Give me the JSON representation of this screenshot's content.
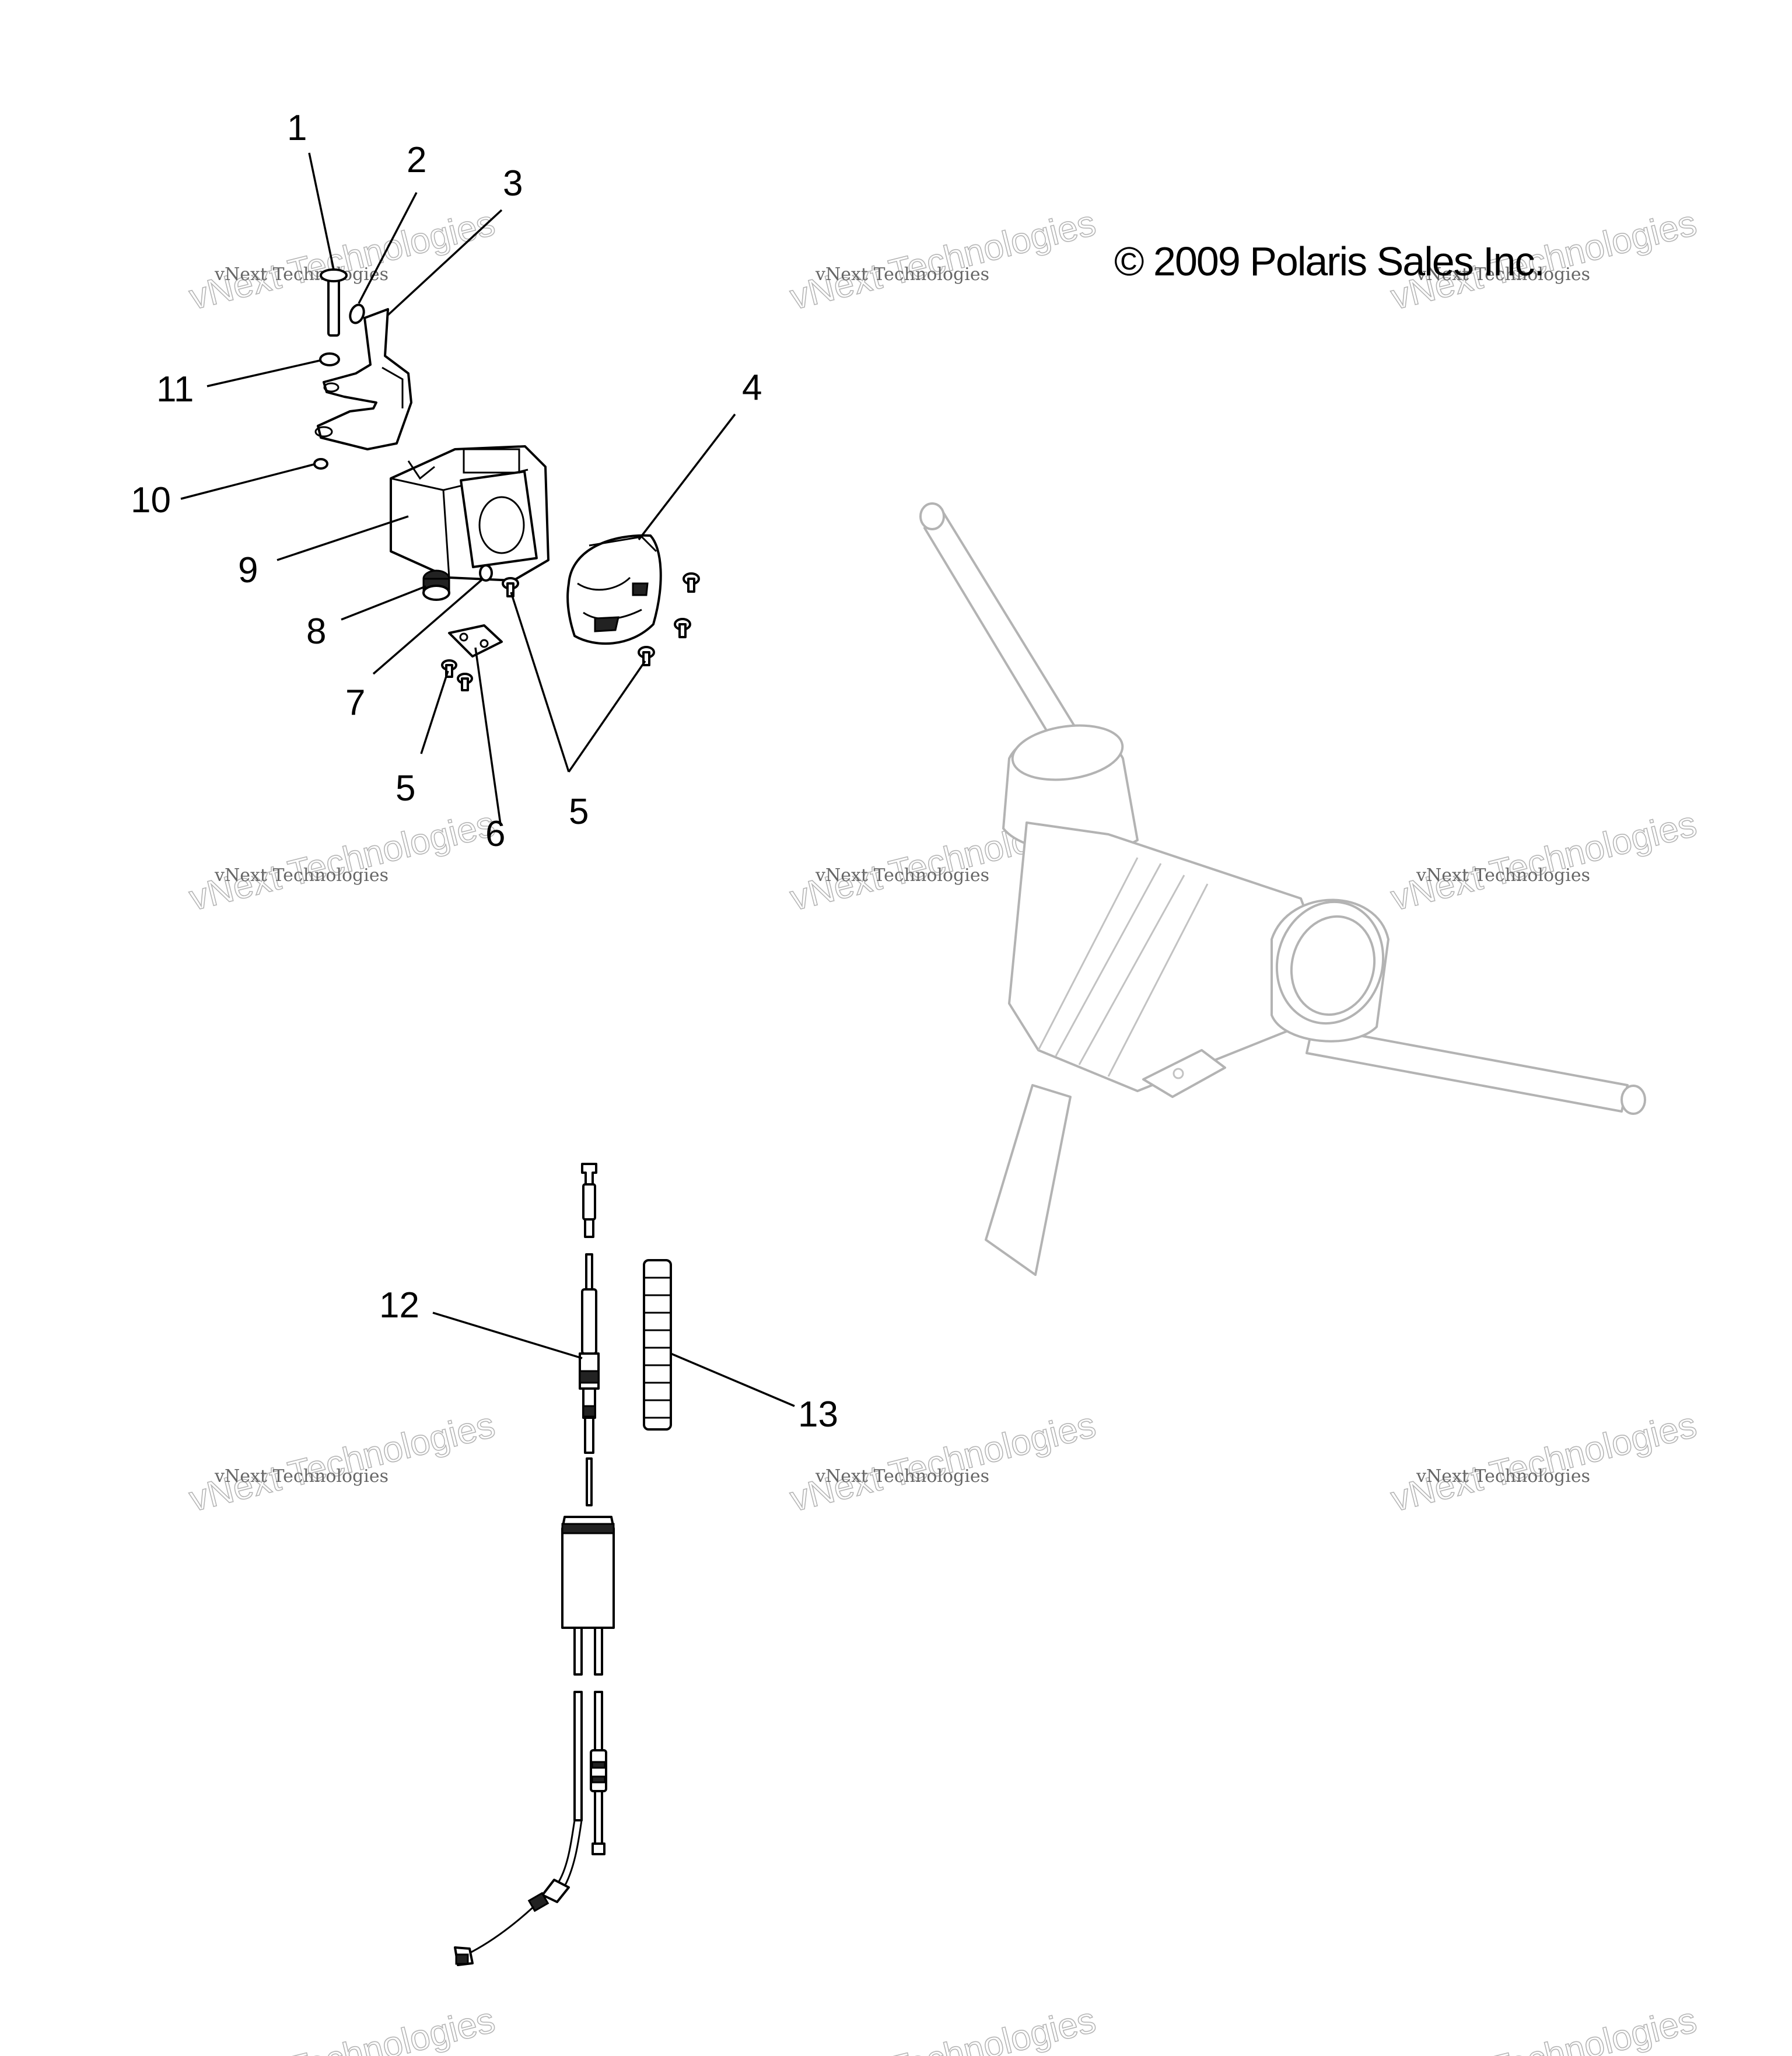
{
  "copyright": "© 2009 Polaris Sales Inc.",
  "watermark": {
    "line1": "vNext Technologies",
    "line2": "vNext Technologies"
  },
  "callouts": {
    "c1": "1",
    "c2": "2",
    "c3": "3",
    "c4": "4",
    "c5a": "5",
    "c5b": "5",
    "c6": "6",
    "c7": "7",
    "c8": "8",
    "c9": "9",
    "c10": "10",
    "c11": "11",
    "c12": "12",
    "c13": "13"
  }
}
